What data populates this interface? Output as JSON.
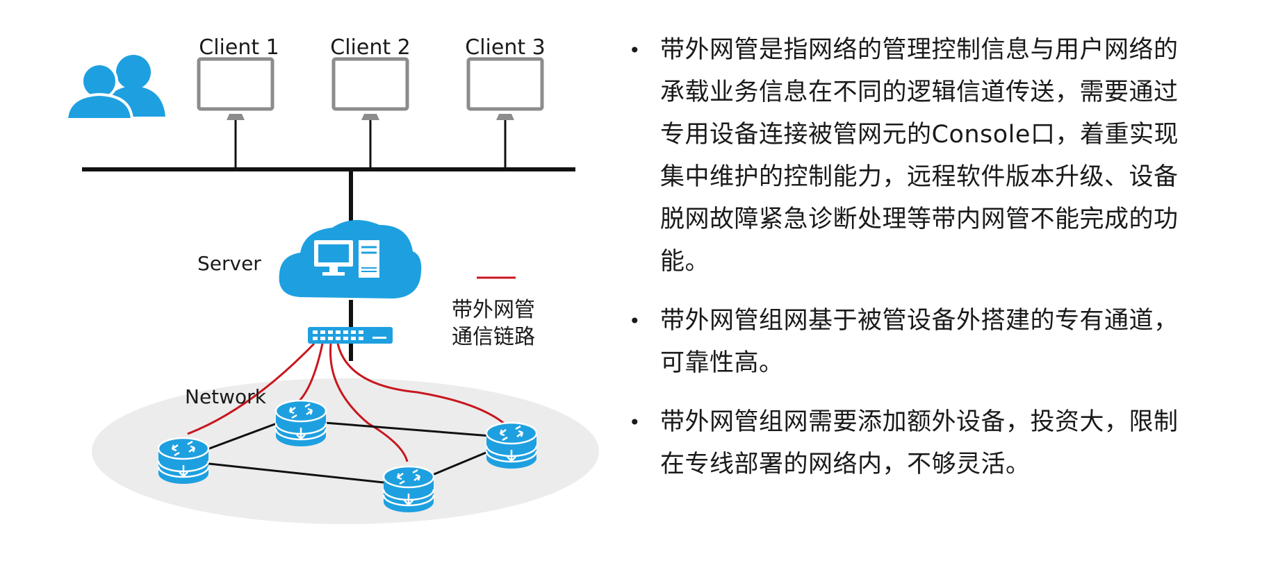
{
  "diagram": {
    "clients": [
      "Client 1",
      "Client 2",
      "Client 3"
    ],
    "server_label": "Server",
    "network_label": "Network",
    "legend_label_line1": "带外网管",
    "legend_label_line2": "通信链路"
  },
  "bullets": [
    "带外网管是指网络的管理控制信息与用户网络的承载业务信息在不同的逻辑信道传送，需要通过专用设备连接被管网元的Console口，着重实现集中维护的控制能力，远程软件版本升级、设备脱网故障紧急诊断处理等带内网管不能完成的功能。",
    "带外网管组网基于被管设备外搭建的专有通道，可靠性高。",
    "带外网管组网需要添加额外设备，投资大，限制在专线部署的网络内，不够灵活。"
  ],
  "colors": {
    "accent_blue": "#1ea0e0",
    "link_red": "#c8161e",
    "bus_black": "#111111",
    "monitor_gray": "#8c8c8c",
    "network_ellipse": "#ececec"
  },
  "icons": [
    "users-icon",
    "monitor-icon",
    "cloud-server-icon",
    "switch-icon",
    "router-icon"
  ]
}
